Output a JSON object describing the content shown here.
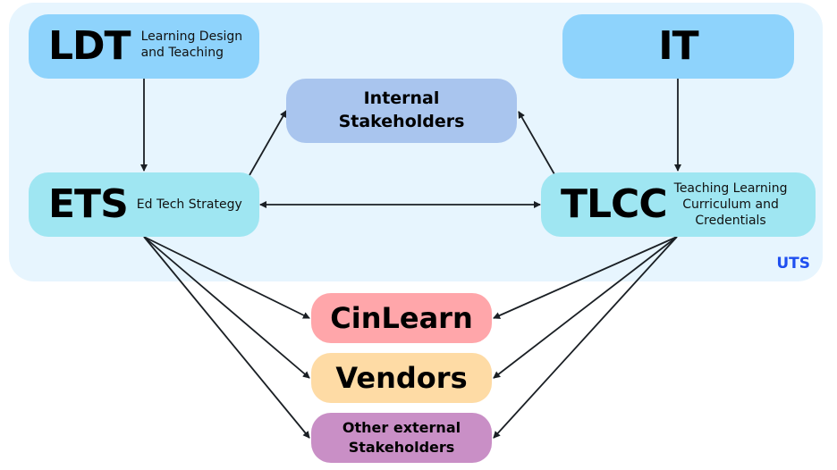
{
  "group": {
    "label": "UTS",
    "color": "#1f4ff0",
    "background": "#e7f5fe"
  },
  "nodes": {
    "ldt": {
      "abbr": "LDT",
      "desc_line1": "Learning Design",
      "desc_line2": "and Teaching",
      "color": "#8ed3fc"
    },
    "it": {
      "abbr": "IT",
      "color": "#8ed3fc"
    },
    "internal": {
      "line1": "Internal",
      "line2": "Stakeholders",
      "color": "#a9c5ee"
    },
    "ets": {
      "abbr": "ETS",
      "desc": "Ed Tech Strategy",
      "color": "#9fe6f2"
    },
    "tlcc": {
      "abbr": "TLCC",
      "desc_line1": "Teaching Learning",
      "desc_line2": "Curriculum and",
      "desc_line3": "Credentials",
      "color": "#9fe6f2"
    },
    "cinlearn": {
      "label": "CinLearn",
      "color": "#ffa6aa"
    },
    "vendors": {
      "label": "Vendors",
      "color": "#fedba5"
    },
    "other": {
      "line1": "Other external",
      "line2": "Stakeholders",
      "color": "#c98fc6"
    }
  },
  "edges": [
    {
      "from": "LDT",
      "to": "ETS"
    },
    {
      "from": "IT",
      "to": "TLCC"
    },
    {
      "from": "ETS",
      "to": "Internal Stakeholders"
    },
    {
      "from": "TLCC",
      "to": "Internal Stakeholders"
    },
    {
      "from": "ETS",
      "to": "TLCC",
      "bidirectional": true
    },
    {
      "from": "ETS",
      "to": "CinLearn"
    },
    {
      "from": "ETS",
      "to": "Vendors"
    },
    {
      "from": "ETS",
      "to": "Other external Stakeholders"
    },
    {
      "from": "TLCC",
      "to": "CinLearn"
    },
    {
      "from": "TLCC",
      "to": "Vendors"
    },
    {
      "from": "TLCC",
      "to": "Other external Stakeholders"
    }
  ]
}
